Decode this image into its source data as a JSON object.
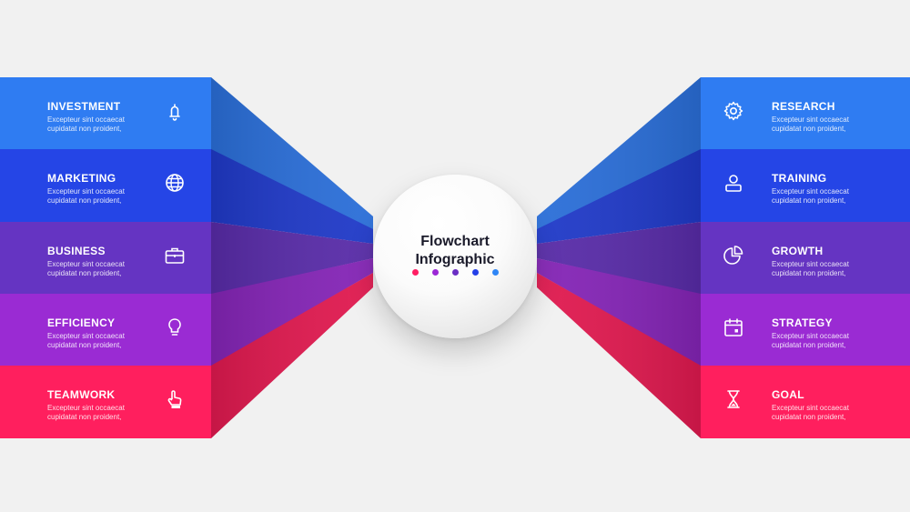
{
  "center": {
    "title_line1": "Flowchart",
    "title_line2": "Infographic",
    "dot_colors": [
      "#ff1e63",
      "#9c27d6",
      "#6a2ec4",
      "#2440e8",
      "#2f86f6"
    ]
  },
  "steps": [
    {
      "side": "left",
      "title": "INVESTMENT",
      "desc": "Excepteur sint occaecat cupidatat non proident,",
      "icon": "bell-icon",
      "color": "#2f7cf2",
      "ribbon": "#2a6ed8"
    },
    {
      "side": "left",
      "title": "MARKETING",
      "desc": "Excepteur sint occaecat cupidatat non proident,",
      "icon": "globe-icon",
      "color": "#2545e6",
      "ribbon": "#1f39c8"
    },
    {
      "side": "left",
      "title": "BUSINESS",
      "desc": "Excepteur sint occaecat cupidatat non proident,",
      "icon": "briefcase-icon",
      "color": "#6534c2",
      "ribbon": "#582ba8"
    },
    {
      "side": "left",
      "title": "EFFICIENCY",
      "desc": "Excepteur sint occaecat cupidatat non proident,",
      "icon": "lightbulb-icon",
      "color": "#9a2bd3",
      "ribbon": "#8424b6"
    },
    {
      "side": "left",
      "title": "TEAMWORK",
      "desc": "Excepteur sint occaecat cupidatat non proident,",
      "icon": "hand-pointer-icon",
      "color": "#ff1f5e",
      "ribbon": "#e0194f"
    },
    {
      "side": "right",
      "title": "RESEARCH",
      "desc": "Excepteur sint occaecat cupidatat non proident,",
      "icon": "gear-icon",
      "color": "#2f7cf2",
      "ribbon": "#2a6ed8"
    },
    {
      "side": "right",
      "title": "TRAINING",
      "desc": "Excepteur sint occaecat cupidatat non proident,",
      "icon": "user-icon",
      "color": "#2545e6",
      "ribbon": "#1f39c8"
    },
    {
      "side": "right",
      "title": "GROWTH",
      "desc": "Excepteur sint occaecat cupidatat non proident,",
      "icon": "pie-chart-icon",
      "color": "#6534c2",
      "ribbon": "#582ba8"
    },
    {
      "side": "right",
      "title": "STRATEGY",
      "desc": "Excepteur sint occaecat cupidatat non proident,",
      "icon": "calendar-icon",
      "color": "#9a2bd3",
      "ribbon": "#8424b6"
    },
    {
      "side": "right",
      "title": "GOAL",
      "desc": "Excepteur sint occaecat cupidatat non proident,",
      "icon": "hourglass-icon",
      "color": "#ff1f5e",
      "ribbon": "#e0194f"
    }
  ]
}
